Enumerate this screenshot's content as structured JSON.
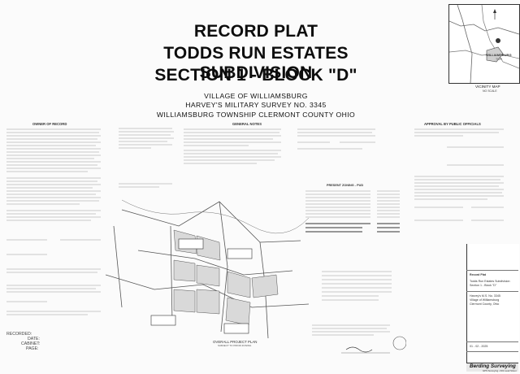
{
  "title": {
    "line1": "RECORD PLAT",
    "line2": "TODDS RUN ESTATES SUBDIVISION",
    "line3": "SECTION 1 - BLOCK \"D\""
  },
  "subtitle": {
    "line1": "VILLAGE OF WILLIAMSBURG",
    "line2": "HARVEY'S MILITARY SURVEY NO. 3345",
    "line3": "WILLIAMSBURG TOWNSHIP   CLERMONT COUNTY  OHIO"
  },
  "vicinity": {
    "label": "VICINITY MAP",
    "scale": "NO SCALE",
    "town": "WILLIAMSBURG",
    "township": "TWP."
  },
  "headers": {
    "owner_certification": "OWNER OF RECORD",
    "general_notes": "GENERAL NOTES",
    "approval": "APPROVAL BY PUBLIC OFFICIALS",
    "project_zoning": "PRESENT ZONING - PUD",
    "overall_plan": "OVERALL PROJECT PLAN",
    "overall_plan_scale": "SUBJECT TO PRIOR ZONING"
  },
  "title_block": {
    "record_plat": "Record Plat",
    "project": "Todds Run Estates Subdivision",
    "section": "Section 1 - Block \"D\"",
    "survey": "Harvey's M.S. No. 3345",
    "location": "Village of Williamsburg",
    "county": "Clermont County, Ohio",
    "date": "01 - 02 - 2025"
  },
  "firm": {
    "name": "Berding Surveying",
    "sub": "GPS Surveying • 301 Lead Street"
  },
  "recording": {
    "recorded": "RECORDED:",
    "date": "DATE:",
    "cabinet": "CABINET:",
    "page": "PAGE:"
  }
}
